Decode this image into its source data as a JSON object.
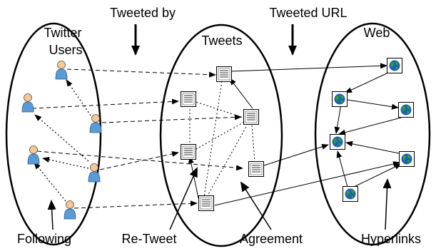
{
  "labels": {
    "tweeted_by": "Tweeted by",
    "tweeted_url": "Tweeted URL",
    "twitter_users_line1": "Twitter",
    "twitter_users_line2": "Users",
    "tweets": "Tweets",
    "web": "Web",
    "following": "Following",
    "retweet": "Re-Tweet",
    "agreement": "Agreement",
    "hyperlinks": "Hyperlinks"
  },
  "icons": {
    "user": "user-icon",
    "tweet": "tweet-document-icon",
    "web": "web-globe-icon"
  },
  "colors": {
    "user_body": "#5b9bd5",
    "user_head": "#f1c8a0",
    "globe_ocean": "#1f5fb4",
    "globe_land": "#2e9e3a",
    "line": "#000000"
  }
}
